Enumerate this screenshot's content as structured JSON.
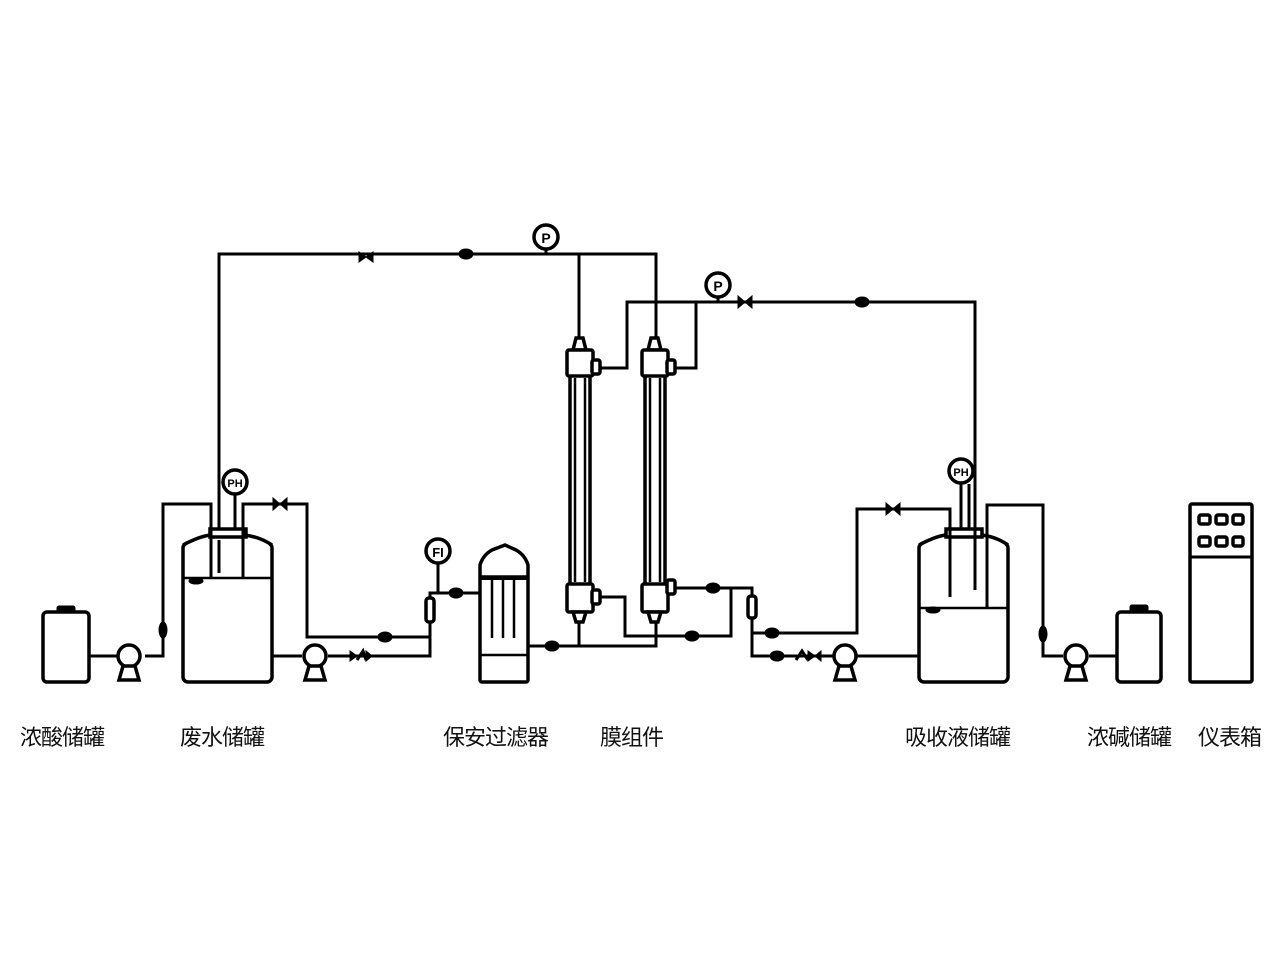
{
  "diagram": {
    "type": "process-flow",
    "stroke_color": "#000000",
    "background": "#ffffff",
    "equipment": [
      {
        "id": "acid-tank",
        "label": "浓酸储罐"
      },
      {
        "id": "wastewater-tank",
        "label": "废水储罐"
      },
      {
        "id": "security-filter",
        "label": "保安过滤器"
      },
      {
        "id": "membrane-module",
        "label": "膜组件"
      },
      {
        "id": "absorbent-tank",
        "label": "吸收液储罐"
      },
      {
        "id": "alkali-tank",
        "label": "浓碱储罐"
      },
      {
        "id": "instrument-cabinet",
        "label": "仪表箱"
      }
    ],
    "instruments": [
      {
        "id": "pressure-gauge-1",
        "symbol": "P"
      },
      {
        "id": "pressure-gauge-2",
        "symbol": "P"
      },
      {
        "id": "ph-meter-1",
        "symbol": "PH"
      },
      {
        "id": "ph-meter-2",
        "symbol": "PH"
      },
      {
        "id": "flow-meter",
        "symbol": "FI"
      }
    ],
    "cabinet_buttons": 6
  }
}
